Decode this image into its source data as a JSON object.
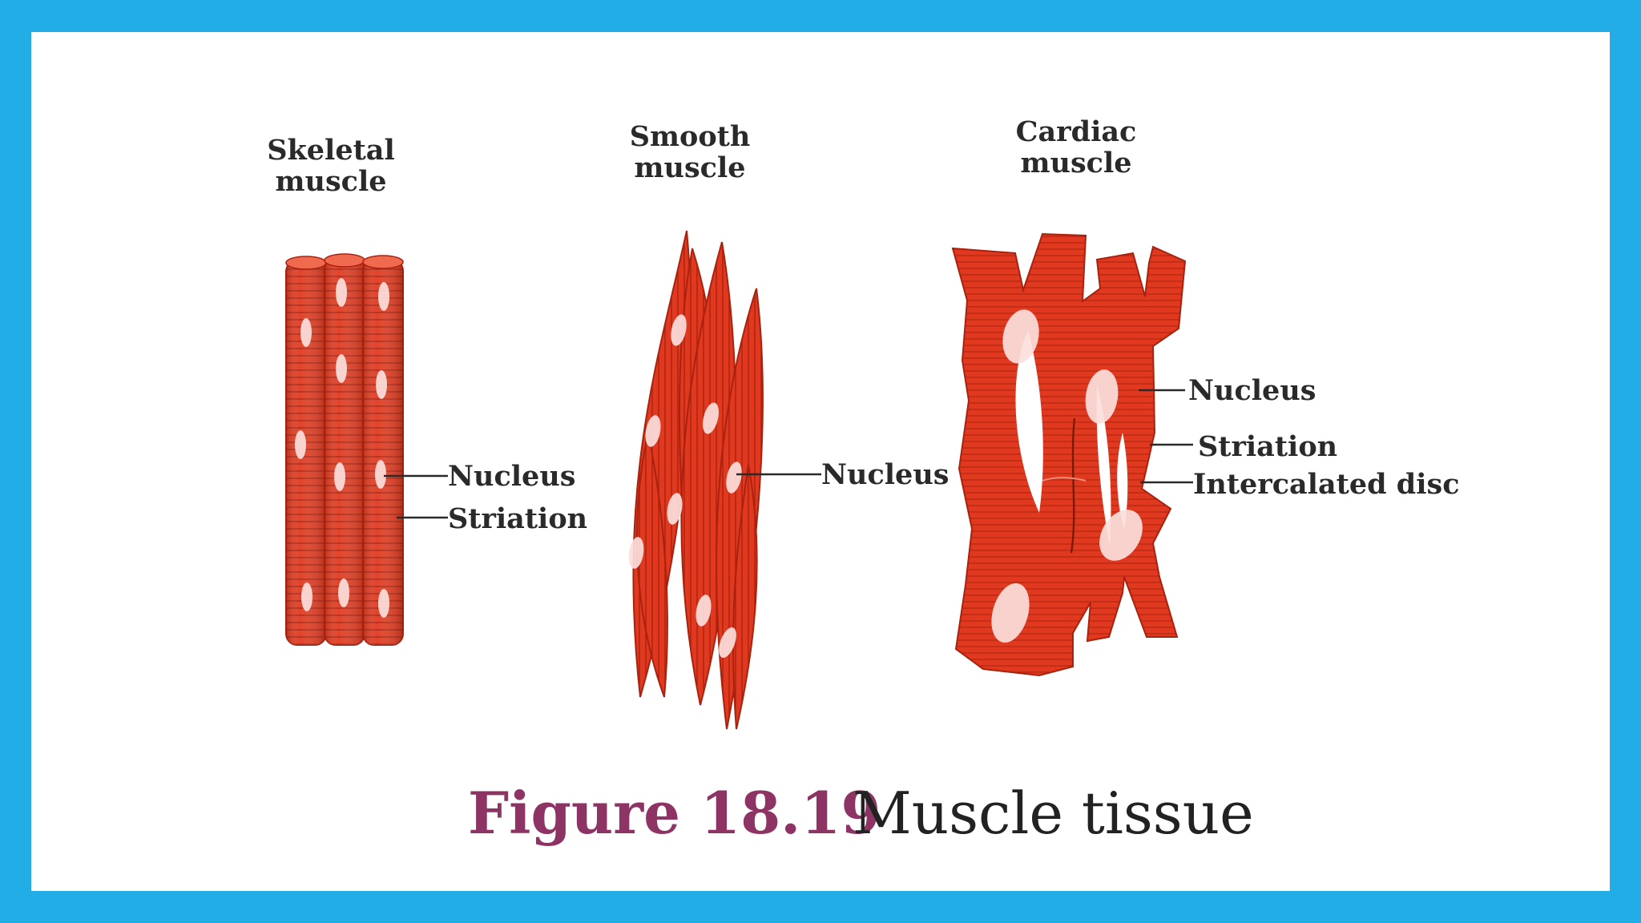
{
  "diagram": {
    "colors": {
      "border": "#22ade6",
      "background": "#ffffff",
      "muscle": "#e0391f",
      "muscle_dark": "#a8220f",
      "nucleus": "#fbe0dc",
      "figure_number": "#8d3464",
      "text": "#2a2a2a"
    },
    "skeletal": {
      "heading_line1": "Skeletal",
      "heading_line2": "muscle",
      "labels": {
        "nucleus": "Nucleus",
        "striation": "Striation"
      }
    },
    "smooth": {
      "heading_line1": "Smooth",
      "heading_line2": "muscle",
      "labels": {
        "nucleus": "Nucleus"
      }
    },
    "cardiac": {
      "heading_line1": "Cardiac",
      "heading_line2": "muscle",
      "labels": {
        "nucleus": "Nucleus",
        "striation": "Striation",
        "intercalated_disc": "Intercalated disc"
      }
    },
    "caption": {
      "number": "Figure 18.19",
      "title": "Muscle tissue"
    }
  }
}
